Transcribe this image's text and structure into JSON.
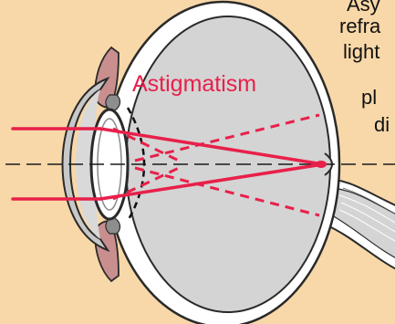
{
  "diagram": {
    "label": "Astigmatism",
    "colors": {
      "background": "#f8d8a8",
      "eyeball_fill": "#d4d4d4",
      "eyeball_outline": "#2a2a2a",
      "sclera": "#ffffff",
      "iris_tissue": "#c98f8f",
      "cornea_fill": "#c8c8c8",
      "lens_fill": "#ffffff",
      "light_ray": "#e8204a",
      "label_color": "#e8204a"
    }
  },
  "side_text": {
    "line1": "Asy",
    "line2": "refra",
    "line3": "light",
    "line4": "pl",
    "line5": "di"
  }
}
